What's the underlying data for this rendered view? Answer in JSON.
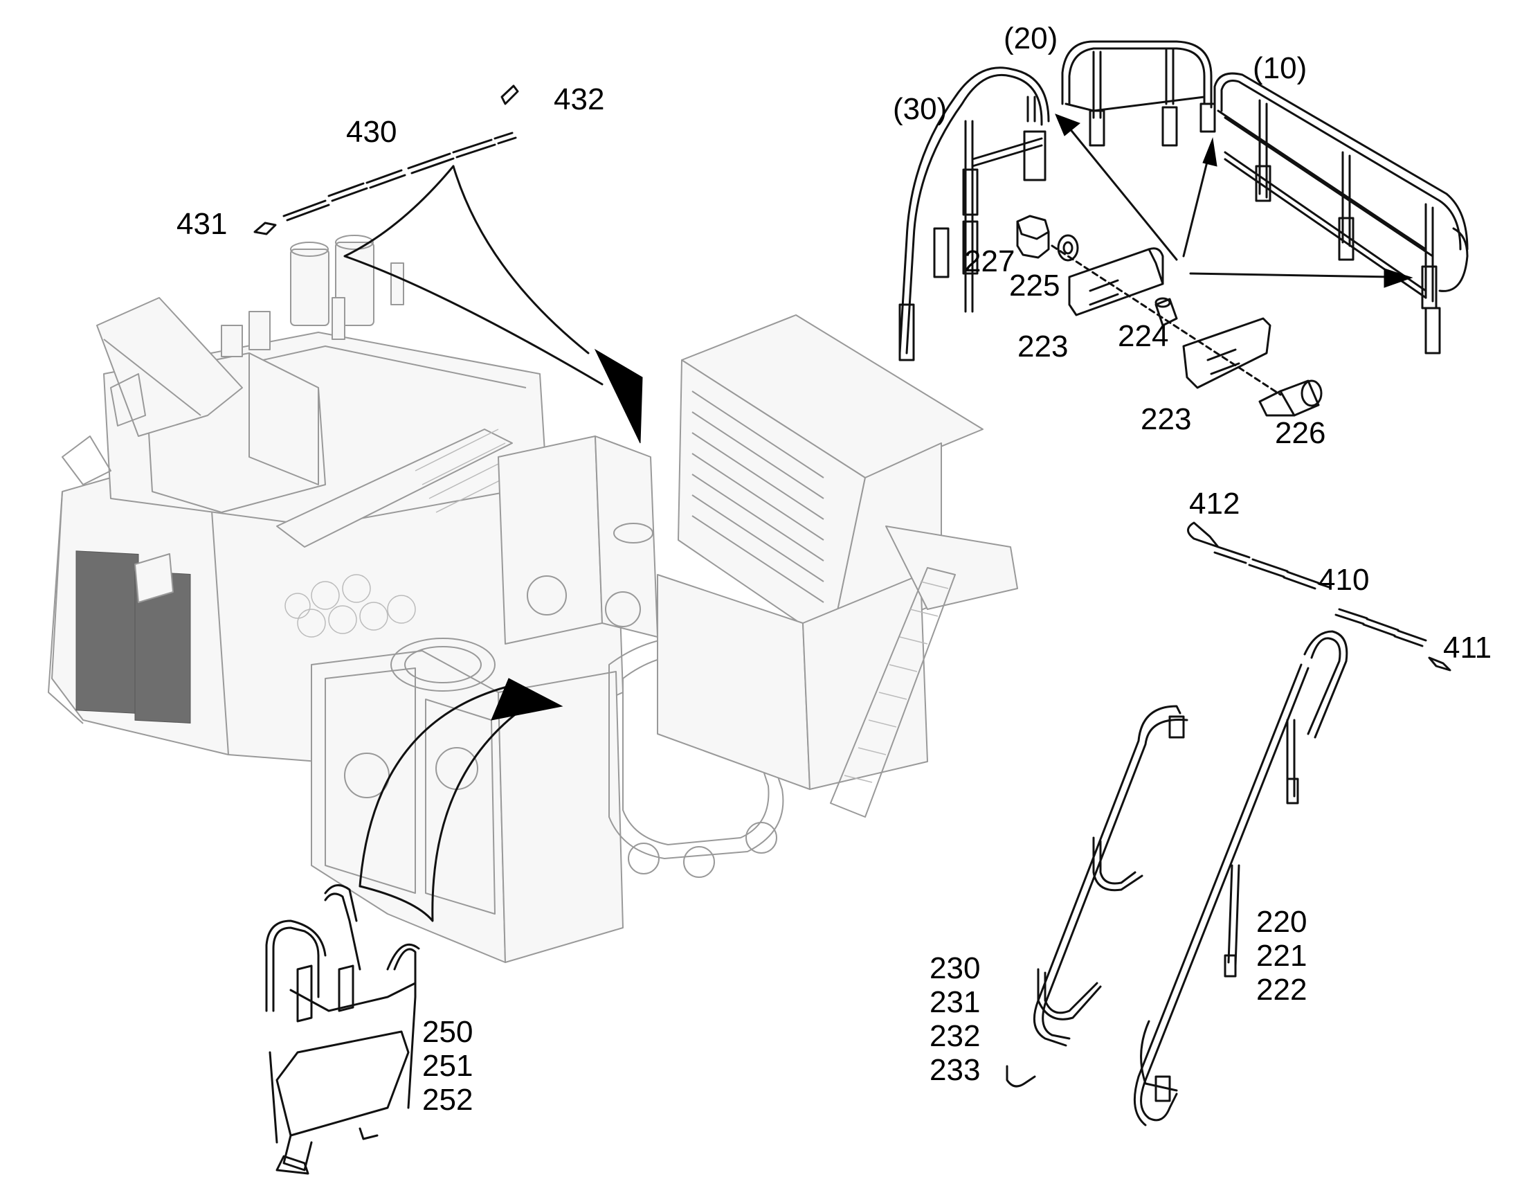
{
  "diagram": {
    "labels": {
      "l10": "(10)",
      "l20": "(20)",
      "l30": "(30)",
      "l223a": "223",
      "l223b": "223",
      "l224": "224",
      "l225": "225",
      "l226": "226",
      "l227": "227",
      "l220": "220",
      "l221": "221",
      "l222": "222",
      "l230": "230",
      "l231": "231",
      "l232": "232",
      "l233": "233",
      "l250": "250",
      "l251": "251",
      "l252": "252",
      "l410": "410",
      "l411": "411",
      "l412": "412",
      "l430": "430",
      "l431": "431",
      "l432": "432"
    }
  }
}
